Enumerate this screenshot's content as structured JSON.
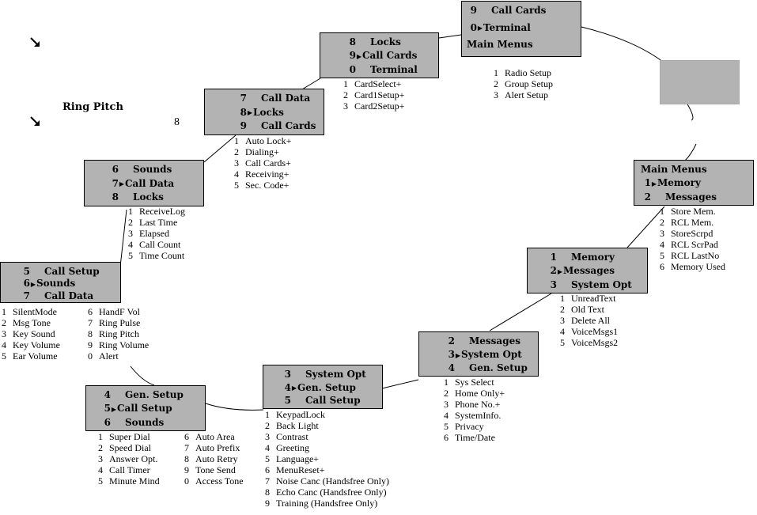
{
  "menus": [
    {
      "rows": [
        {
          "n": "9",
          "t": "Call Cards",
          "sel": false
        },
        {
          "n": "0",
          "t": "Terminal",
          "sel": true
        },
        {
          "n": "",
          "t": "Main Menus",
          "sel": false
        }
      ],
      "items": [
        {
          "n": "1",
          "t": "Radio Setup"
        },
        {
          "n": "2",
          "t": "Group Setup"
        },
        {
          "n": "3",
          "t": "Alert Setup"
        }
      ]
    },
    {
      "rows": [
        {
          "n": "8",
          "t": "Locks",
          "sel": false
        },
        {
          "n": "9",
          "t": "Call Cards",
          "sel": true
        },
        {
          "n": "0",
          "t": "Terminal",
          "sel": false
        }
      ],
      "items": [
        {
          "n": "1",
          "t": "CardSelect+"
        },
        {
          "n": "2",
          "t": "Card1Setup+"
        },
        {
          "n": "3",
          "t": "Card2Setup+"
        }
      ]
    },
    {
      "rows": [
        {
          "n": "7",
          "t": "Call Data",
          "sel": false
        },
        {
          "n": "8",
          "t": "Locks",
          "sel": true
        },
        {
          "n": "9",
          "t": "Call Cards",
          "sel": false
        }
      ],
      "items": [
        {
          "n": "1",
          "t": "Auto Lock+"
        },
        {
          "n": "2",
          "t": "Dialing+"
        },
        {
          "n": "3",
          "t": "Call Cards+"
        },
        {
          "n": "4",
          "t": "Receiving+"
        },
        {
          "n": "5",
          "t": "Sec. Code+"
        }
      ]
    },
    {
      "rows": [
        {
          "n": "6",
          "t": "Sounds",
          "sel": false
        },
        {
          "n": "7",
          "t": "Call Data",
          "sel": true
        },
        {
          "n": "8",
          "t": "Locks",
          "sel": false
        }
      ],
      "items": [
        {
          "n": "1",
          "t": "ReceiveLog"
        },
        {
          "n": "2",
          "t": "Last Time"
        },
        {
          "n": "3",
          "t": "Elapsed"
        },
        {
          "n": "4",
          "t": "Call Count"
        },
        {
          "n": "5",
          "t": "Time Count"
        }
      ]
    },
    {
      "rows": [
        {
          "n": "5",
          "t": "Call Setup",
          "sel": false
        },
        {
          "n": "6",
          "t": "Sounds",
          "sel": true
        },
        {
          "n": "7",
          "t": "Call Data",
          "sel": false
        }
      ],
      "items": [
        {
          "n": "1",
          "t": "SilentMode"
        },
        {
          "n": "2",
          "t": "Msg Tone"
        },
        {
          "n": "3",
          "t": "Key Sound"
        },
        {
          "n": "4",
          "t": "Key Volume"
        },
        {
          "n": "5",
          "t": "Ear Volume"
        }
      ],
      "items2": [
        {
          "n": "6",
          "t": "HandF Vol"
        },
        {
          "n": "7",
          "t": "Ring Pulse"
        },
        {
          "n": "8",
          "t": "Ring Pitch"
        },
        {
          "n": "9",
          "t": "Ring Volume"
        },
        {
          "n": "0",
          "t": "Alert"
        }
      ]
    },
    {
      "rows": [
        {
          "n": "4",
          "t": "Gen. Setup",
          "sel": false
        },
        {
          "n": "5",
          "t": "Call Setup",
          "sel": true
        },
        {
          "n": "6",
          "t": "Sounds",
          "sel": false
        }
      ],
      "items": [
        {
          "n": "1",
          "t": "Super Dial"
        },
        {
          "n": "2",
          "t": "Speed Dial"
        },
        {
          "n": "3",
          "t": "Answer Opt."
        },
        {
          "n": "4",
          "t": "Call Timer"
        },
        {
          "n": "5",
          "t": "Minute Mind"
        }
      ],
      "items2": [
        {
          "n": "6",
          "t": "Auto Area"
        },
        {
          "n": "7",
          "t": "Auto Prefix"
        },
        {
          "n": "8",
          "t": "Auto Retry"
        },
        {
          "n": "9",
          "t": "Tone Send"
        },
        {
          "n": "0",
          "t": "Access Tone"
        }
      ]
    },
    {
      "rows": [
        {
          "n": "3",
          "t": "System Opt",
          "sel": false
        },
        {
          "n": "4",
          "t": "Gen. Setup",
          "sel": true
        },
        {
          "n": "5",
          "t": "Call Setup",
          "sel": false
        }
      ],
      "items": [
        {
          "n": "1",
          "t": "KeypadLock"
        },
        {
          "n": "2",
          "t": "Back Light"
        },
        {
          "n": "3",
          "t": "Contrast"
        },
        {
          "n": "4",
          "t": "Greeting"
        },
        {
          "n": "5",
          "t": "Language+"
        },
        {
          "n": "6",
          "t": "MenuReset+"
        },
        {
          "n": "7",
          "t": "Noise Canc (Handsfree Only)"
        },
        {
          "n": "8",
          "t": "Echo Canc (Handsfree Only)"
        },
        {
          "n": "9",
          "t": "Training (Handsfree Only)"
        }
      ]
    },
    {
      "rows": [
        {
          "n": "2",
          "t": "Messages",
          "sel": false
        },
        {
          "n": "3",
          "t": "System Opt",
          "sel": true
        },
        {
          "n": "4",
          "t": "Gen. Setup",
          "sel": false
        }
      ],
      "items": [
        {
          "n": "1",
          "t": "Sys Select"
        },
        {
          "n": "2",
          "t": "Home Only+"
        },
        {
          "n": "3",
          "t": "Phone No.+"
        },
        {
          "n": "4",
          "t": "SystemInfo."
        },
        {
          "n": "5",
          "t": "Privacy"
        },
        {
          "n": "6",
          "t": "Time/Date"
        }
      ]
    },
    {
      "rows": [
        {
          "n": "1",
          "t": "Memory",
          "sel": false
        },
        {
          "n": "2",
          "t": "Messages",
          "sel": true
        },
        {
          "n": "3",
          "t": "System Opt",
          "sel": false
        }
      ],
      "items": [
        {
          "n": "1",
          "t": "UnreadText"
        },
        {
          "n": "2",
          "t": "Old Text"
        },
        {
          "n": "3",
          "t": "Delete All"
        },
        {
          "n": "4",
          "t": "VoiceMsgs1"
        },
        {
          "n": "5",
          "t": "VoiceMsgs2"
        }
      ]
    },
    {
      "rows": [
        {
          "n": "",
          "t": "Main Menus",
          "sel": false
        },
        {
          "n": "1",
          "t": "Memory",
          "sel": true
        },
        {
          "n": "2",
          "t": "Messages",
          "sel": false
        }
      ],
      "items": [
        {
          "n": "1",
          "t": "Store Mem."
        },
        {
          "n": "2",
          "t": "RCL Mem."
        },
        {
          "n": "3",
          "t": "StoreScrpd"
        },
        {
          "n": "4",
          "t": "RCL ScrPad"
        },
        {
          "n": "5",
          "t": "RCL LastNo"
        },
        {
          "n": "6",
          "t": "Memory Used"
        }
      ]
    }
  ],
  "callout": {
    "label": "Ring Pitch",
    "value": "8"
  }
}
